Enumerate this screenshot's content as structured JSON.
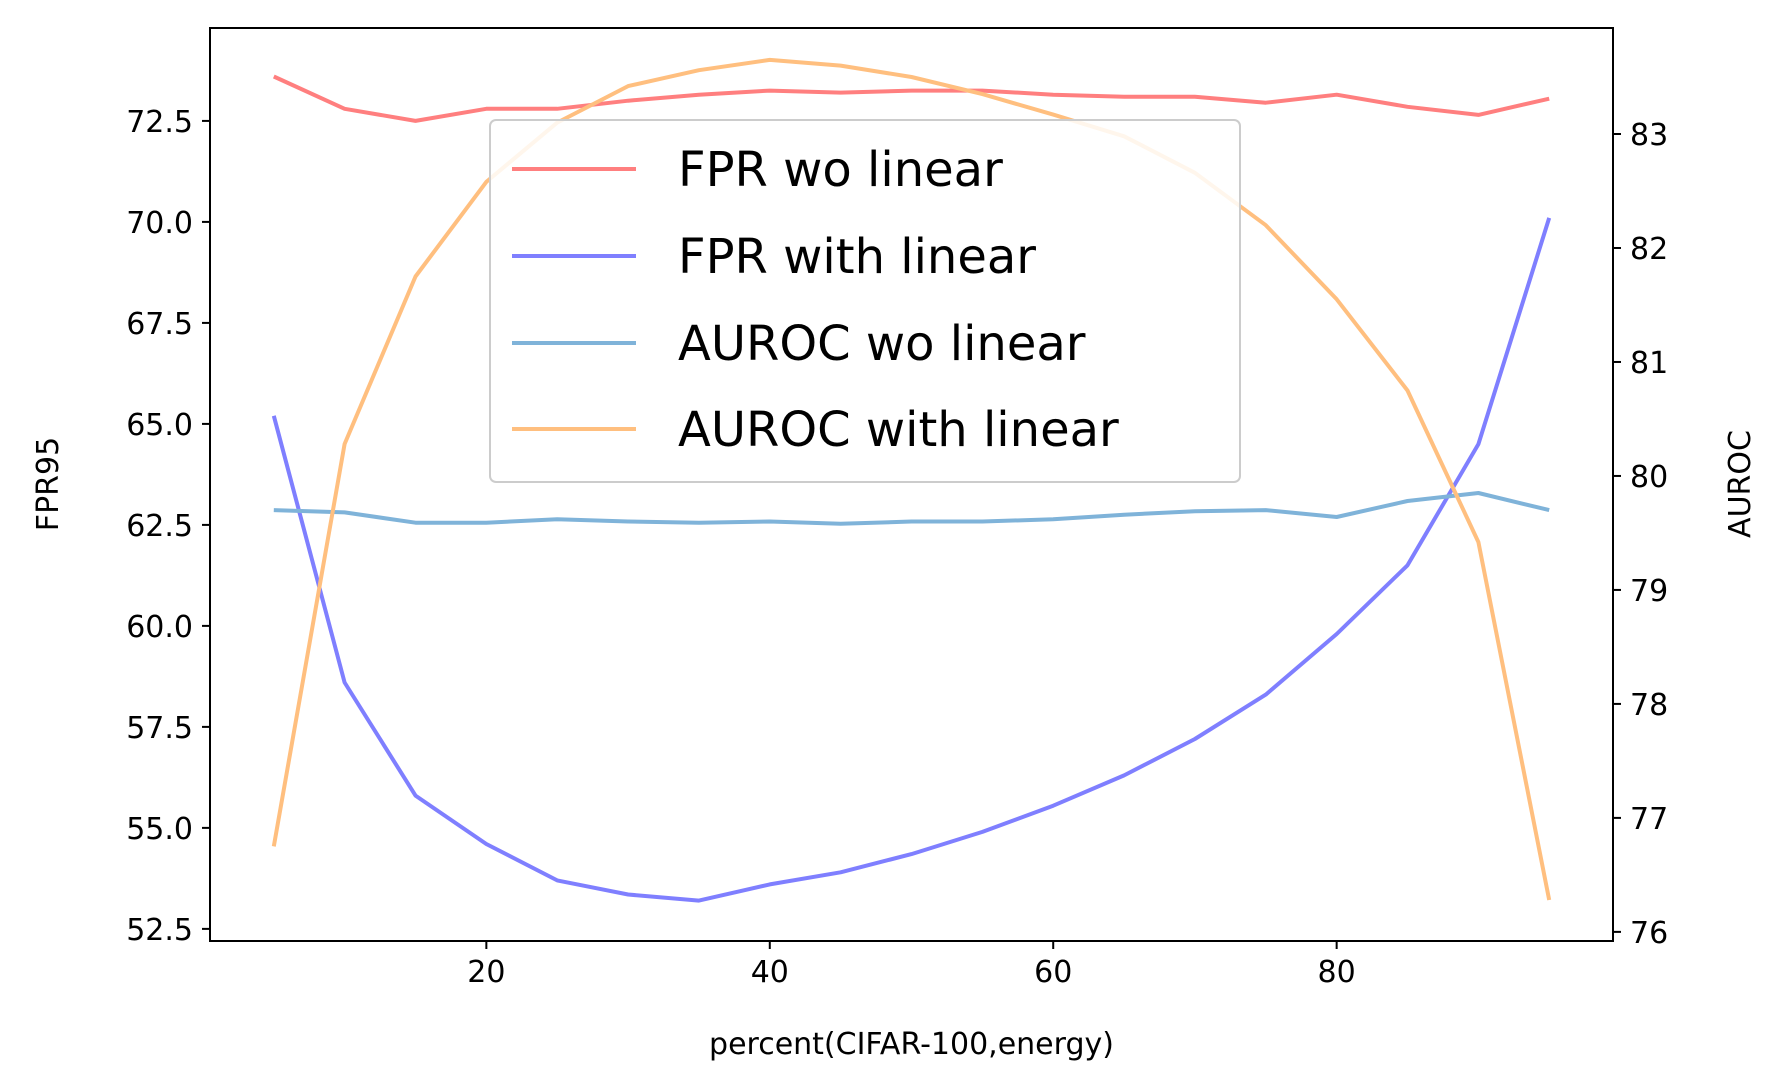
{
  "chart_data": {
    "type": "line",
    "xlabel": "percent(CIFAR-100,energy)",
    "ylabel_left": "FPR95",
    "ylabel_right": "AUROC",
    "x": [
      5,
      10,
      15,
      20,
      25,
      30,
      35,
      40,
      45,
      50,
      55,
      60,
      65,
      70,
      75,
      80,
      85,
      90,
      95
    ],
    "xlim": [
      0.5,
      99.5
    ],
    "ylim_left": [
      52.2,
      74.8
    ],
    "ylim_right": [
      75.92,
      83.93
    ],
    "xticks": [
      20,
      40,
      60,
      80
    ],
    "xtick_labels": [
      "20",
      "40",
      "60",
      "80"
    ],
    "yticks_left": [
      52.5,
      55.0,
      57.5,
      60.0,
      62.5,
      65.0,
      67.5,
      70.0,
      72.5
    ],
    "yticks_left_labels": [
      "52.5",
      "55.0",
      "57.5",
      "60.0",
      "62.5",
      "65.0",
      "67.5",
      "70.0",
      "72.5"
    ],
    "yticks_right": [
      76,
      77,
      78,
      79,
      80,
      81,
      82,
      83
    ],
    "yticks_right_labels": [
      "76",
      "77",
      "78",
      "79",
      "80",
      "81",
      "82",
      "83"
    ],
    "grid": false,
    "legend_position": "upper-center",
    "series": [
      {
        "name": "FPR wo linear",
        "axis": "left",
        "color": "#ff7f7f",
        "values": [
          73.6,
          72.8,
          72.5,
          72.8,
          72.8,
          73.0,
          73.15,
          73.25,
          73.2,
          73.25,
          73.25,
          73.15,
          73.1,
          73.1,
          72.95,
          73.15,
          72.85,
          72.65,
          73.05
        ]
      },
      {
        "name": "FPR with linear",
        "axis": "left",
        "color": "#7f7fff",
        "values": [
          65.2,
          58.6,
          55.8,
          54.6,
          53.7,
          53.35,
          53.2,
          53.6,
          53.9,
          54.35,
          54.9,
          55.55,
          56.3,
          57.2,
          58.3,
          59.8,
          61.5,
          64.5,
          70.1
        ]
      },
      {
        "name": "AUROC wo linear",
        "axis": "right",
        "color": "#7fb3d9",
        "values": [
          79.7,
          79.68,
          79.59,
          79.59,
          79.62,
          79.6,
          79.59,
          79.6,
          79.58,
          79.6,
          79.6,
          79.62,
          79.66,
          79.69,
          79.7,
          79.64,
          79.78,
          79.85,
          79.7
        ]
      },
      {
        "name": "AUROC with linear",
        "axis": "right",
        "color": "#ffbf7f",
        "values": [
          76.75,
          80.28,
          81.75,
          82.58,
          83.1,
          83.42,
          83.56,
          83.65,
          83.6,
          83.5,
          83.35,
          83.17,
          82.98,
          82.66,
          82.2,
          81.55,
          80.75,
          79.42,
          76.28
        ]
      }
    ]
  }
}
